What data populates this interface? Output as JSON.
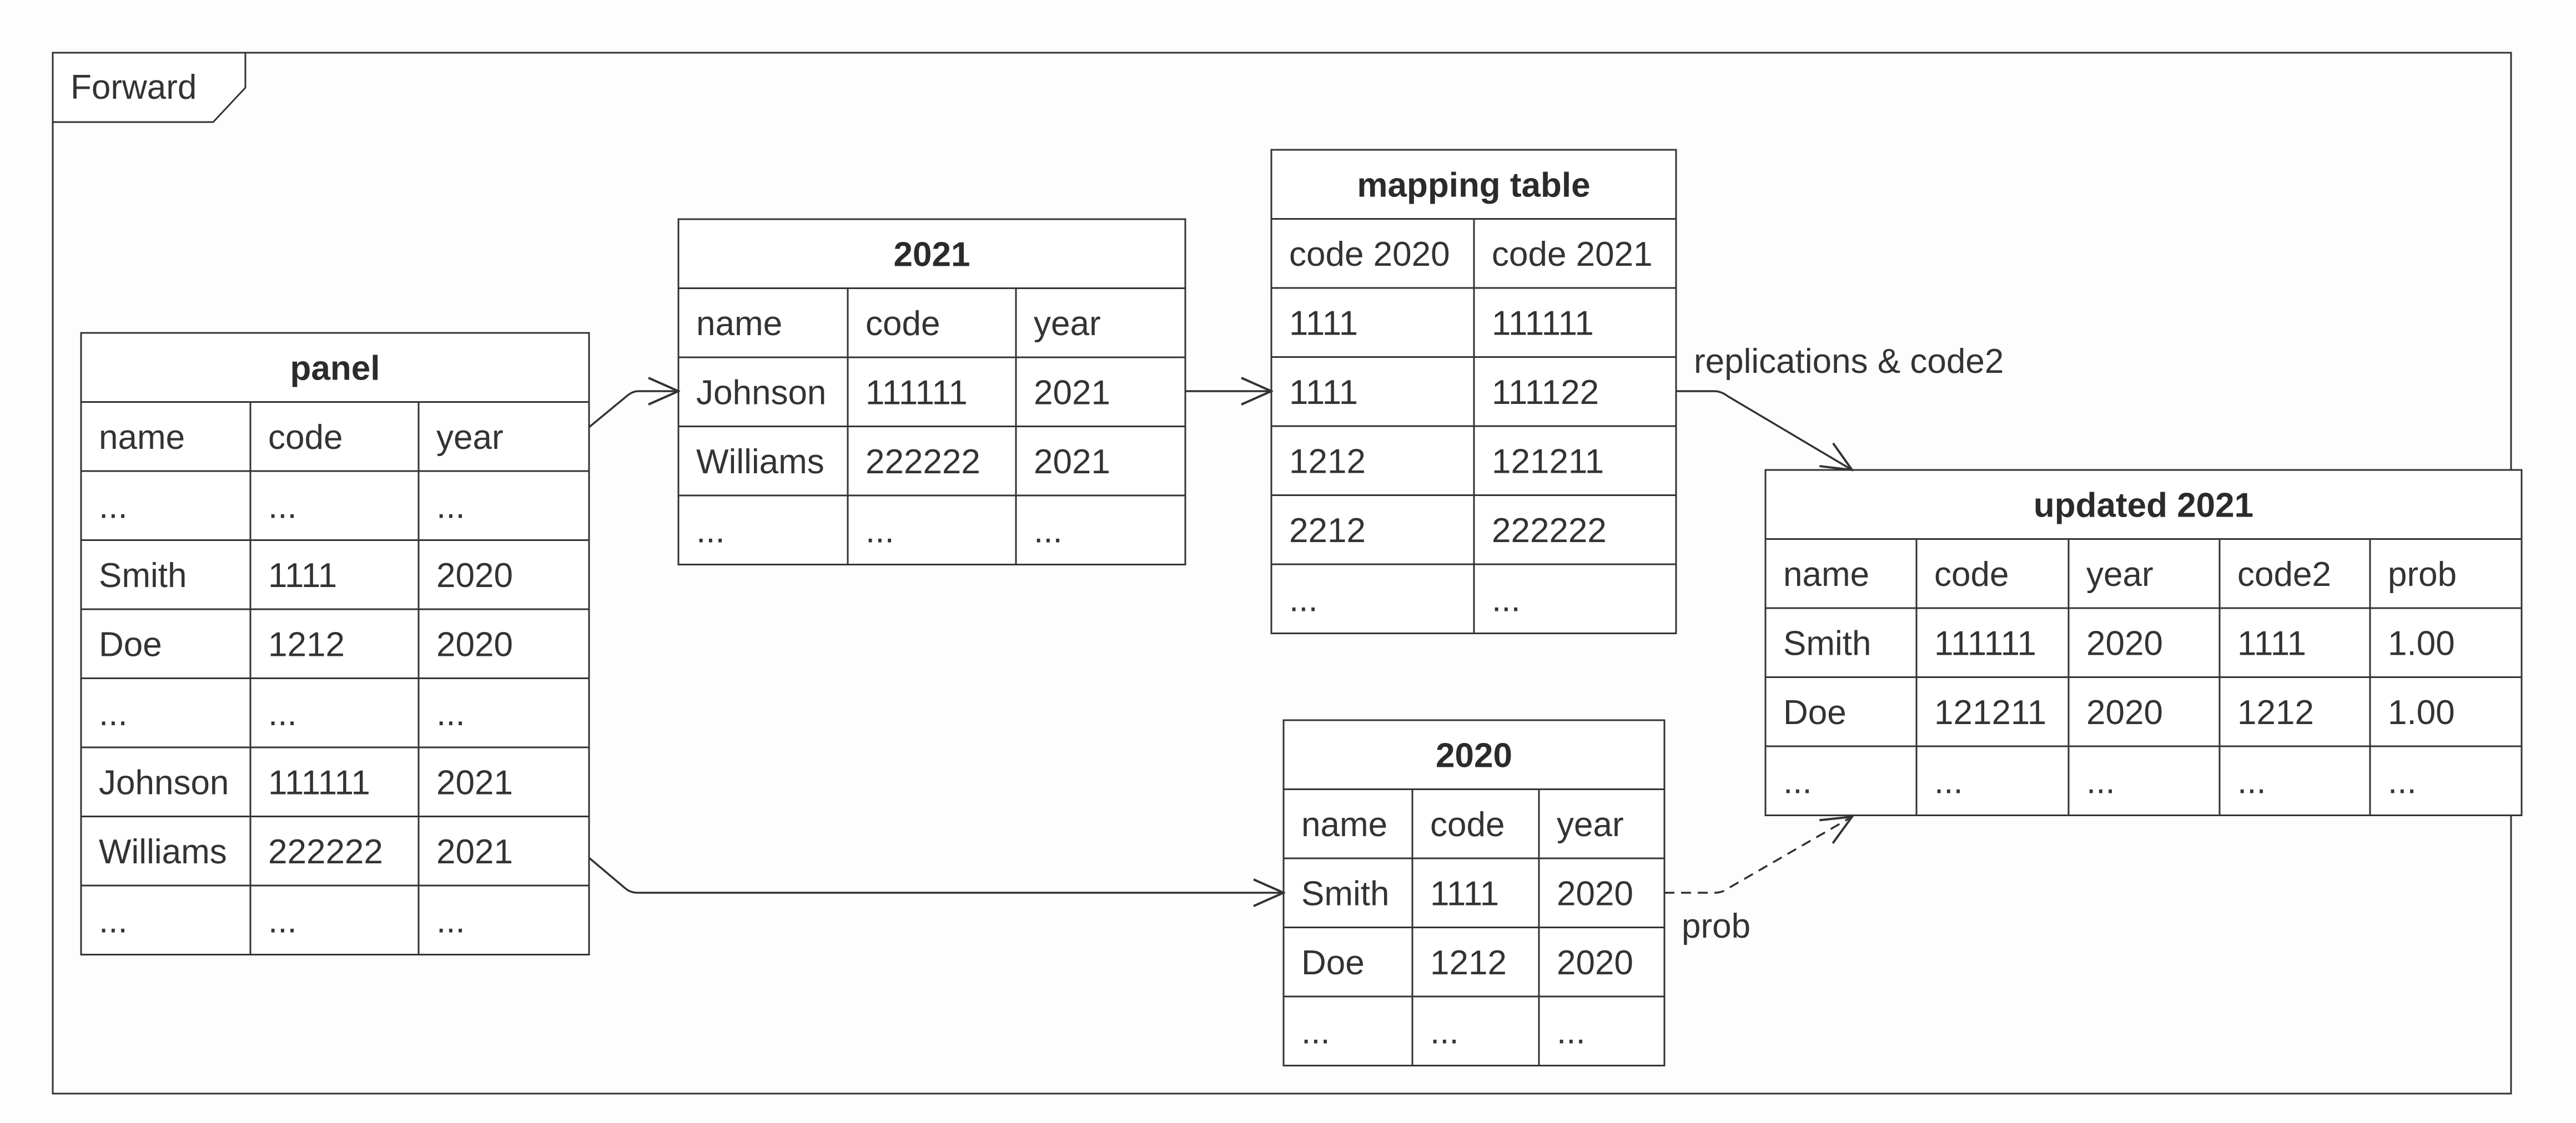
{
  "frame": {
    "label": "Forward"
  },
  "tables": {
    "panel": {
      "title": "panel",
      "rows": [
        [
          "name",
          "code",
          "year"
        ],
        [
          "...",
          "...",
          "..."
        ],
        [
          "Smith",
          "1111",
          "2020"
        ],
        [
          "Doe",
          "1212",
          "2020"
        ],
        [
          "...",
          "...",
          "..."
        ],
        [
          "Johnson",
          "111111",
          "2021"
        ],
        [
          "Williams",
          "222222",
          "2021"
        ],
        [
          "...",
          "...",
          "..."
        ]
      ]
    },
    "t2021": {
      "title": "2021",
      "rows": [
        [
          "name",
          "code",
          "year"
        ],
        [
          "Johnson",
          "111111",
          "2021"
        ],
        [
          "Williams",
          "222222",
          "2021"
        ],
        [
          "...",
          "...",
          "..."
        ]
      ]
    },
    "mapping": {
      "title": "mapping table",
      "rows": [
        [
          "code 2020",
          "code 2021"
        ],
        [
          "1111",
          "111111"
        ],
        [
          "1111",
          "111122"
        ],
        [
          "1212",
          "121211"
        ],
        [
          "2212",
          "222222"
        ],
        [
          "...",
          "..."
        ]
      ]
    },
    "t2020": {
      "title": "2020",
      "rows": [
        [
          "name",
          "code",
          "year"
        ],
        [
          "Smith",
          "1111",
          "2020"
        ],
        [
          "Doe",
          "1212",
          "2020"
        ],
        [
          "...",
          "...",
          "..."
        ]
      ]
    },
    "updated": {
      "title": "updated 2021",
      "rows": [
        [
          "name",
          "code",
          "year",
          "code2",
          "prob"
        ],
        [
          "Smith",
          "111111",
          "2020",
          "1111",
          "1.00"
        ],
        [
          "Doe",
          "121211",
          "2020",
          "1212",
          "1.00"
        ],
        [
          "...",
          "...",
          "...",
          "...",
          "..."
        ]
      ]
    }
  },
  "edges": {
    "replications_label": "replications & code2",
    "prob_label": "prob"
  }
}
